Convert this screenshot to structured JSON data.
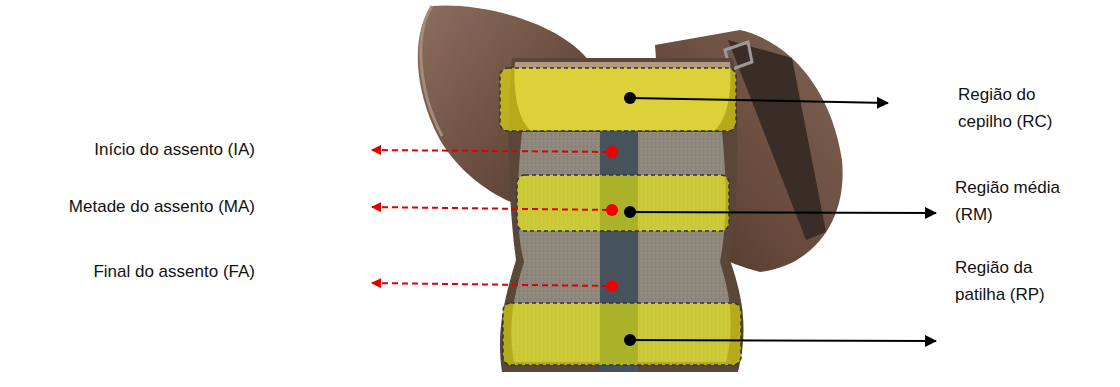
{
  "diagram": {
    "labels": [
      "Região do cepilho (RC)",
      "Início do assento (IA)",
      "Região média (RM)",
      "Metade do assento (MA)",
      "Final do assento (FA)",
      "Região da patilha (RP)"
    ]
  }
}
